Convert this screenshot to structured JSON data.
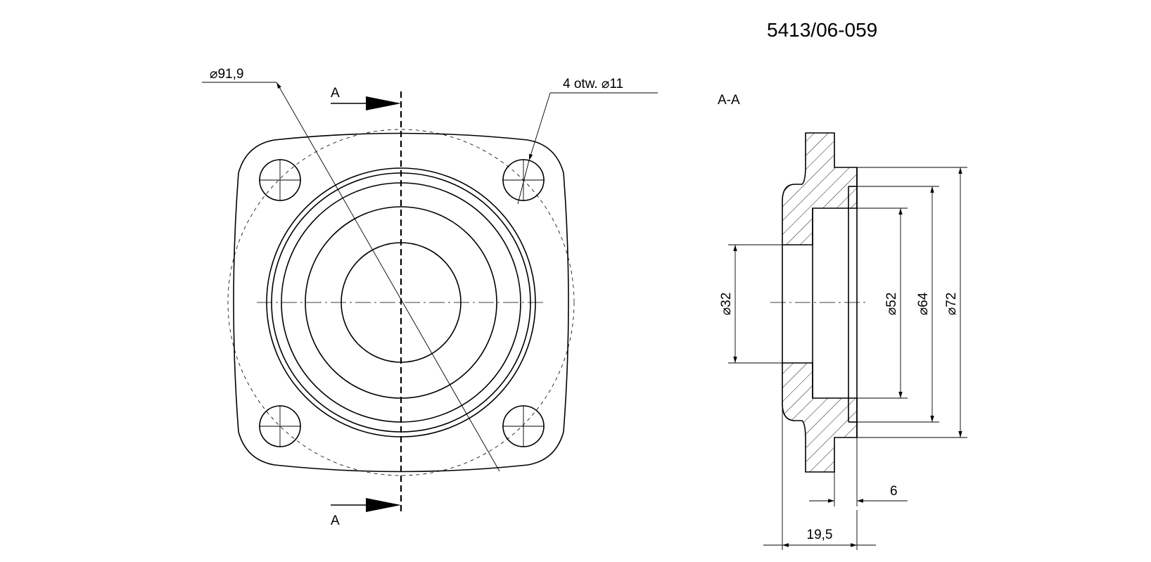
{
  "drawing_number": "5413/06-059",
  "front_view": {
    "diameter_label": "⌀91,9",
    "holes_label": "4 otw. ⌀11",
    "section_mark_top": "A",
    "section_mark_bottom": "A"
  },
  "section_view": {
    "title": "A-A",
    "dim_bore_small": "⌀32",
    "dim_bore_mid": "⌀52",
    "dim_bore_large": "⌀64",
    "dim_outer": "⌀72",
    "dim_depth": "6",
    "dim_length": "19,5"
  }
}
